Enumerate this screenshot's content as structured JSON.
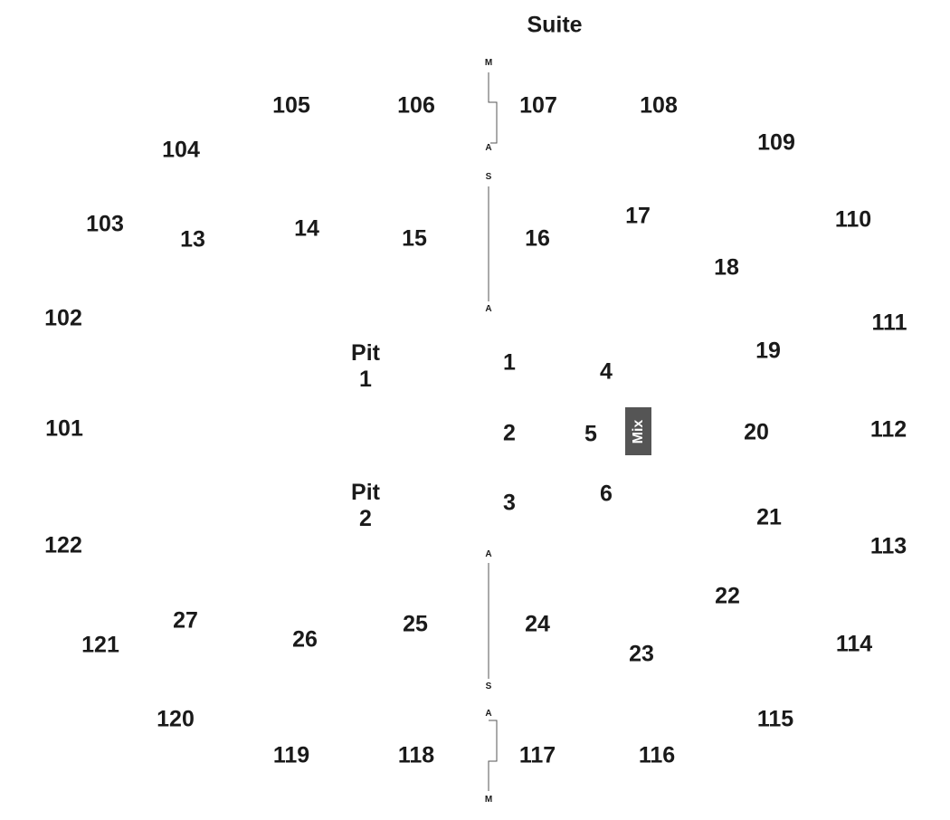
{
  "title": "Suite",
  "sections": {
    "s101": "101",
    "s102": "102",
    "s103": "103",
    "s104": "104",
    "s105": "105",
    "s106": "106",
    "s107": "107",
    "s108": "108",
    "s109": "109",
    "s110": "110",
    "s111": "111",
    "s112": "112",
    "s113": "113",
    "s114": "114",
    "s115": "115",
    "s116": "116",
    "s117": "117",
    "s118": "118",
    "s119": "119",
    "s120": "120",
    "s121": "121",
    "s122": "122",
    "s1": "1",
    "s2": "2",
    "s3": "3",
    "s4": "4",
    "s5": "5",
    "s6": "6",
    "s13": "13",
    "s14": "14",
    "s15": "15",
    "s16": "16",
    "s17": "17",
    "s18": "18",
    "s19": "19",
    "s20": "20",
    "s21": "21",
    "s22": "22",
    "s23": "23",
    "s24": "24",
    "s25": "25",
    "s26": "26",
    "s27": "27"
  },
  "pits": {
    "pit1": {
      "word": "Pit",
      "num": "1"
    },
    "pit2": {
      "word": "Pit",
      "num": "2"
    }
  },
  "mix_label": "Mix",
  "aisle_markers": {
    "top_m": "M",
    "top_a": "A",
    "top_s": "S",
    "top_a2": "A",
    "bottom_a": "A",
    "bottom_s": "S",
    "bottom_a2": "A",
    "bottom_m": "M"
  },
  "colors": {
    "text": "#1a1a1a",
    "mix_box": "#555555",
    "line": "#555555"
  }
}
